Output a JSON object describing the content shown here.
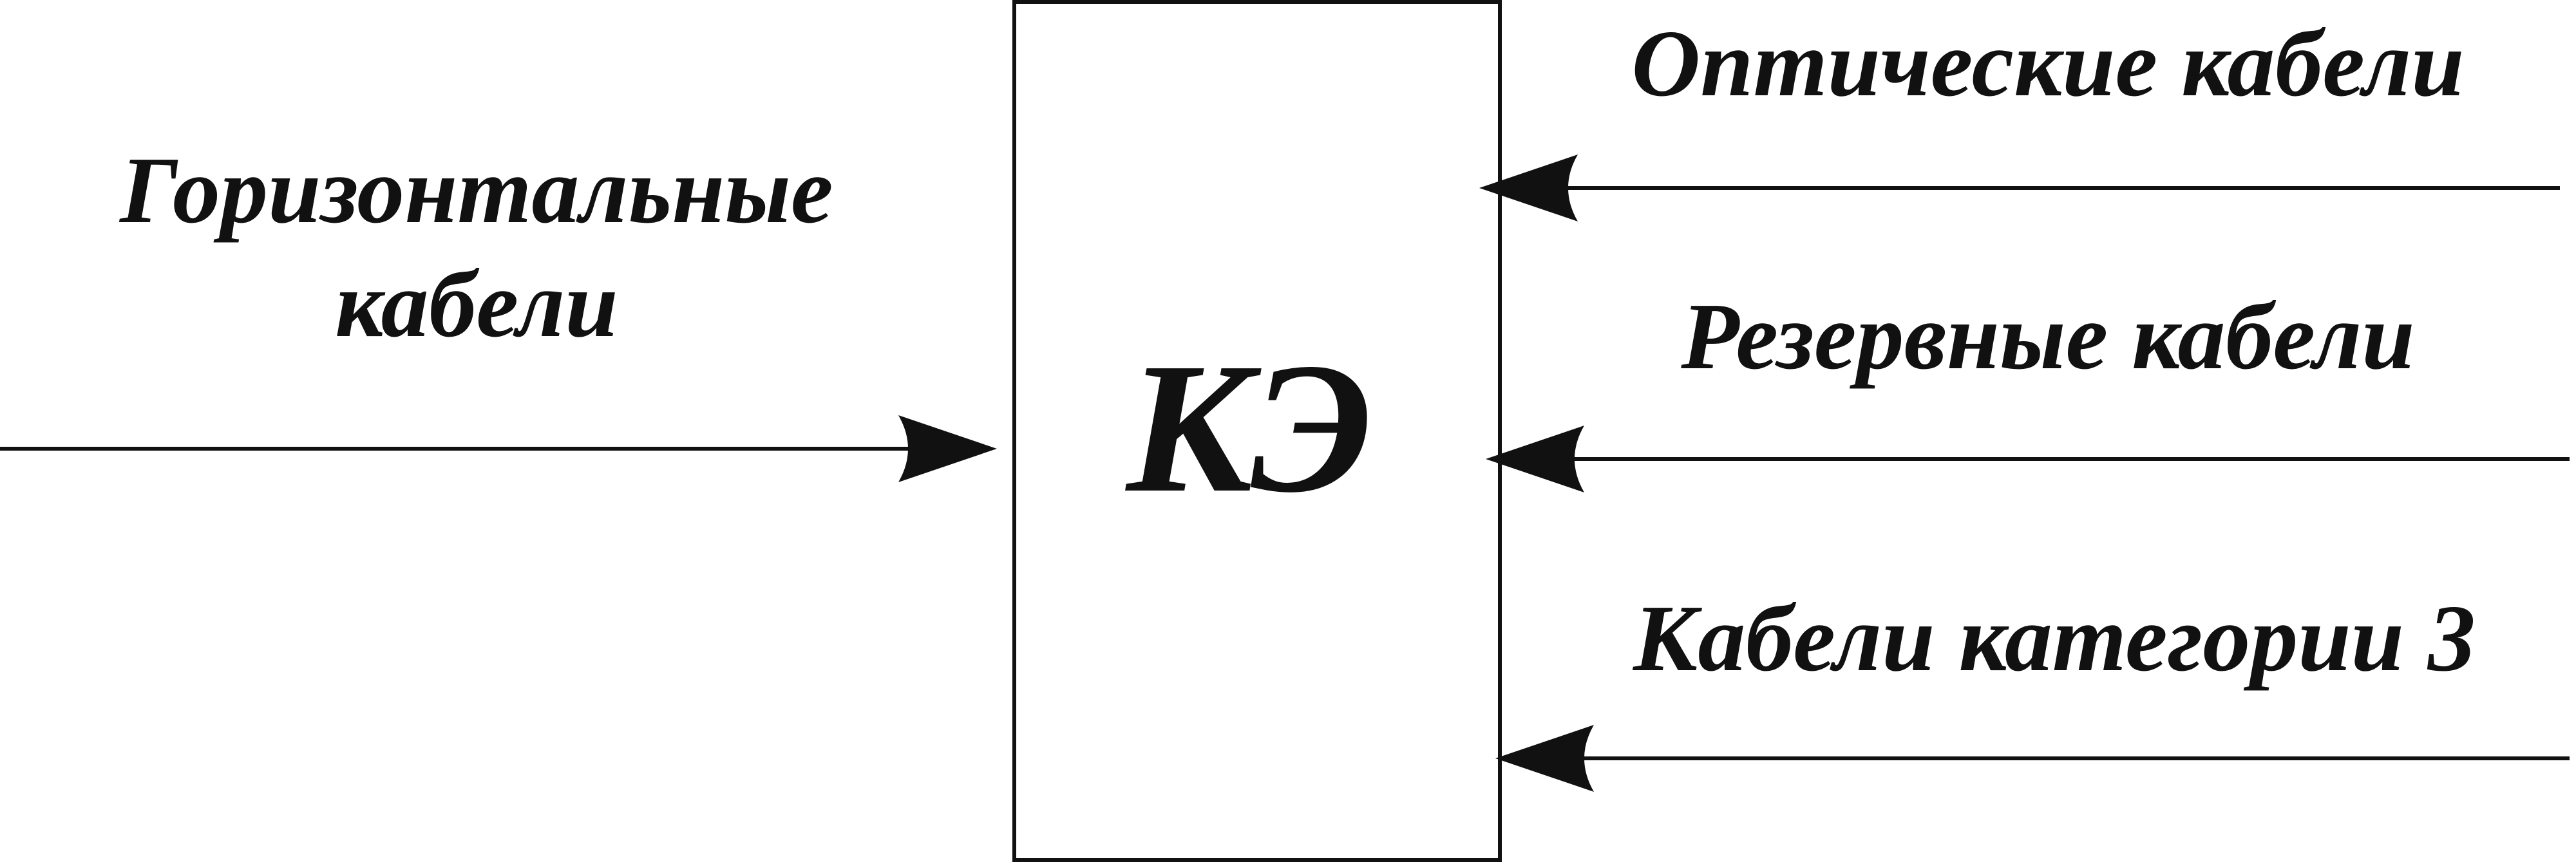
{
  "diagram": {
    "box_label": "КЭ",
    "left_input": {
      "line1": "Горизонтальные",
      "line2": "кабели"
    },
    "right_inputs": [
      {
        "label": "Оптические кабели"
      },
      {
        "label": "Резервные кабели"
      },
      {
        "label": "Кабели категории 3"
      }
    ]
  },
  "colors": {
    "ink": "#111111",
    "background": "#ffffff"
  }
}
